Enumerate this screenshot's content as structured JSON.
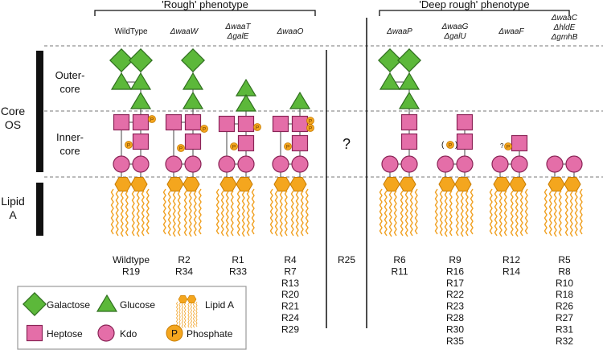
{
  "header": {
    "rough": "'Rough' phenotype",
    "deep_rough": "'Deep rough' phenotype"
  },
  "side_labels": {
    "core_os_1": "Core",
    "core_os_2": "OS",
    "outer_core_1": "Outer-",
    "outer_core_2": "core",
    "inner_core_1": "Inner-",
    "inner_core_2": "core",
    "lipid_a_1": "Lipid",
    "lipid_a_2": "A"
  },
  "columns": [
    {
      "genotype": [
        "WildType"
      ],
      "strains": [
        "Wildtype",
        "R19"
      ]
    },
    {
      "genotype": [
        "ΔwaaW"
      ],
      "strains": [
        "R2",
        "R34"
      ]
    },
    {
      "genotype": [
        "ΔwaaT",
        "ΔgalE"
      ],
      "strains": [
        "R1",
        "R33"
      ]
    },
    {
      "genotype": [
        "ΔwaaO"
      ],
      "strains": [
        "R4",
        "R7",
        "R13",
        "R20",
        "R21",
        "R24",
        "R29"
      ]
    },
    {
      "genotype": [],
      "strains": [
        "R25"
      ]
    },
    {
      "genotype": [
        "ΔwaaP"
      ],
      "strains": [
        "R6",
        "R11"
      ]
    },
    {
      "genotype": [
        "ΔwaaG",
        "ΔgalU"
      ],
      "strains": [
        "R9",
        "R16",
        "R17",
        "R22",
        "R23",
        "R28",
        "R30",
        "R35"
      ]
    },
    {
      "genotype": [
        "ΔwaaF"
      ],
      "strains": [
        "R12",
        "R14"
      ]
    },
    {
      "genotype": [
        "ΔwaaC",
        "ΔhldE",
        "ΔgmhB"
      ],
      "strains": [
        "R5",
        "R8",
        "R10",
        "R18",
        "R26",
        "R27",
        "R31",
        "R32"
      ]
    }
  ],
  "unknown_mark": "?",
  "phosphate_letter": "P",
  "uncertain_phosphate": "(P)",
  "question_phosphate": "?",
  "legend": {
    "galactose": "Galactose",
    "glucose": "Glucose",
    "lipid_a": "Lipid A",
    "heptose": "Heptose",
    "kdo": "Kdo",
    "phosphate": "Phosphate"
  },
  "colors": {
    "green": "#5cb83a",
    "green_stroke": "#2f6e1e",
    "pink": "#e46ea8",
    "pink_stroke": "#8a2456",
    "orange": "#f4a61e",
    "orange_stroke": "#c77b00",
    "black": "#111111",
    "dash": "#777777"
  }
}
